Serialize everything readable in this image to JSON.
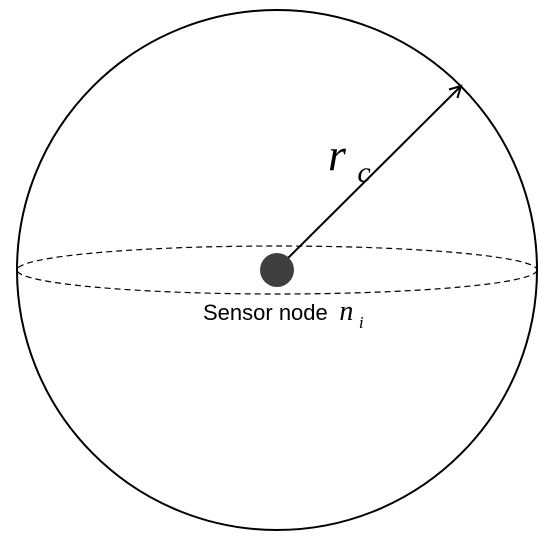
{
  "diagram": {
    "radius_symbol": "r",
    "radius_subscript": "c",
    "node_caption_text": "Sensor node ",
    "node_symbol": "n",
    "node_subscript": "i",
    "colors": {
      "outline": "#000000",
      "node_fill": "#3f3f3f",
      "background": "#ffffff"
    }
  }
}
